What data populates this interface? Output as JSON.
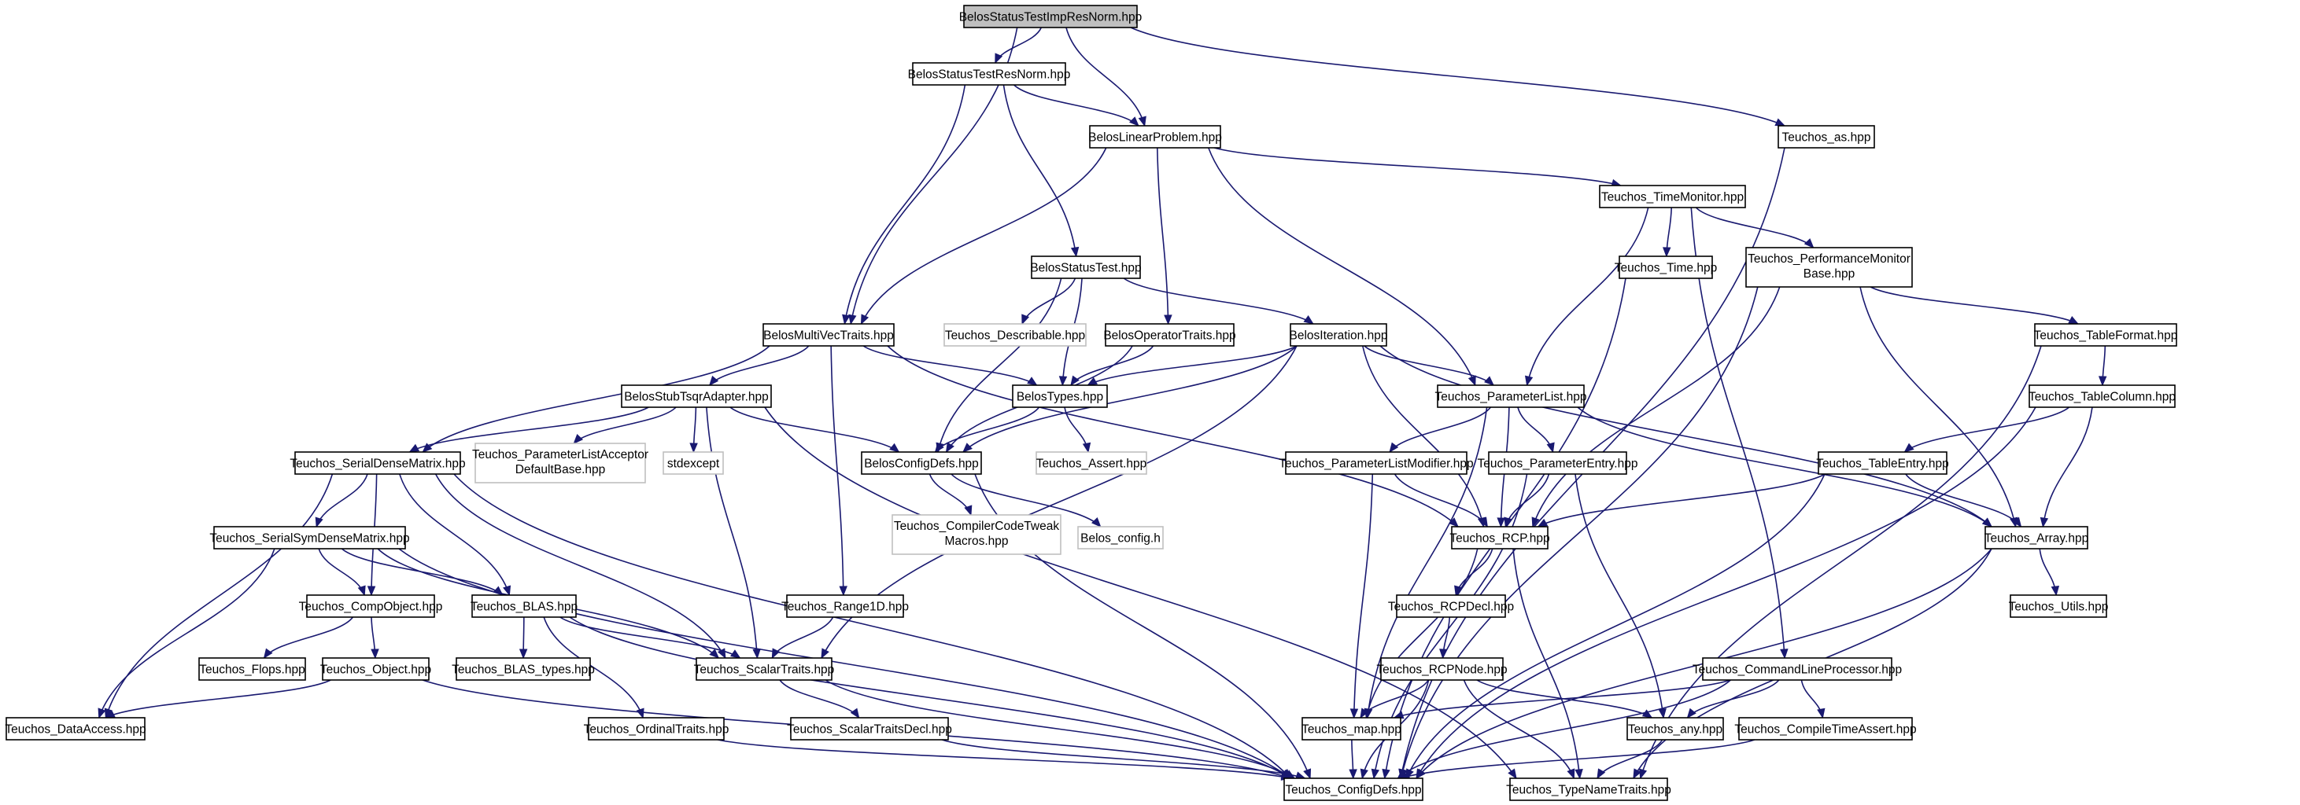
{
  "diagram": {
    "edge_color": "#191970",
    "root_fill": "#bfbfbf",
    "external_stroke": "#bfbfbf",
    "nodes": [
      {
        "id": "root",
        "label": "BelosStatusTestImpResNorm.hpp",
        "root": true
      },
      {
        "id": "resnorm",
        "label": "BelosStatusTestResNorm.hpp"
      },
      {
        "id": "linprob",
        "label": "BelosLinearProblem.hpp"
      },
      {
        "id": "as",
        "label": "Teuchos_as.hpp"
      },
      {
        "id": "timemon",
        "label": "Teuchos_TimeMonitor.hpp"
      },
      {
        "id": "statustest",
        "label": "BelosStatusTest.hpp"
      },
      {
        "id": "time",
        "label": "Teuchos_Time.hpp"
      },
      {
        "id": "perfmon",
        "label": "Teuchos_PerformanceMonitor",
        "label2": "Base.hpp"
      },
      {
        "id": "multivec",
        "label": "BelosMultiVecTraits.hpp"
      },
      {
        "id": "describable",
        "label": "Teuchos_Describable.hpp",
        "external": true
      },
      {
        "id": "optraits",
        "label": "BelosOperatorTraits.hpp"
      },
      {
        "id": "iteration",
        "label": "BelosIteration.hpp"
      },
      {
        "id": "tableformat",
        "label": "Teuchos_TableFormat.hpp"
      },
      {
        "id": "tsqr",
        "label": "BelosStubTsqrAdapter.hpp"
      },
      {
        "id": "types",
        "label": "BelosTypes.hpp"
      },
      {
        "id": "paramlist",
        "label": "Teuchos_ParameterList.hpp"
      },
      {
        "id": "tablecol",
        "label": "Teuchos_TableColumn.hpp"
      },
      {
        "id": "serialdense",
        "label": "Teuchos_SerialDenseMatrix.hpp"
      },
      {
        "id": "placcept",
        "label": "Teuchos_ParameterListAcceptor",
        "label2": "DefaultBase.hpp",
        "external": true
      },
      {
        "id": "stdexcept",
        "label": "stdexcept",
        "external": true
      },
      {
        "id": "configdefs_belos",
        "label": "BelosConfigDefs.hpp"
      },
      {
        "id": "assert",
        "label": "Teuchos_Assert.hpp",
        "external": true
      },
      {
        "id": "plmod",
        "label": "Teuchos_ParameterListModifier.hpp"
      },
      {
        "id": "pentry",
        "label": "Teuchos_ParameterEntry.hpp"
      },
      {
        "id": "tableentry",
        "label": "Teuchos_TableEntry.hpp"
      },
      {
        "id": "tweak",
        "label": "Teuchos_CompilerCodeTweak",
        "label2": "Macros.hpp",
        "external": true
      },
      {
        "id": "belosconfig",
        "label": "Belos_config.h",
        "external": true
      },
      {
        "id": "rcp",
        "label": "Teuchos_RCP.hpp"
      },
      {
        "id": "array",
        "label": "Teuchos_Array.hpp"
      },
      {
        "id": "symdense",
        "label": "Teuchos_SerialSymDenseMatrix.hpp"
      },
      {
        "id": "compobj",
        "label": "Teuchos_CompObject.hpp"
      },
      {
        "id": "blas",
        "label": "Teuchos_BLAS.hpp"
      },
      {
        "id": "range1d",
        "label": "Teuchos_Range1D.hpp"
      },
      {
        "id": "rcpdecl",
        "label": "Teuchos_RCPDecl.hpp"
      },
      {
        "id": "utils",
        "label": "Teuchos_Utils.hpp"
      },
      {
        "id": "flops",
        "label": "Teuchos_Flops.hpp"
      },
      {
        "id": "object",
        "label": "Teuchos_Object.hpp"
      },
      {
        "id": "blastypes",
        "label": "Teuchos_BLAS_types.hpp"
      },
      {
        "id": "scalar",
        "label": "Teuchos_ScalarTraits.hpp"
      },
      {
        "id": "rcpnode",
        "label": "Teuchos_RCPNode.hpp"
      },
      {
        "id": "cmdline",
        "label": "Teuchos_CommandLineProcessor.hpp"
      },
      {
        "id": "dataaccess",
        "label": "Teuchos_DataAccess.hpp"
      },
      {
        "id": "ordinal",
        "label": "Teuchos_OrdinalTraits.hpp"
      },
      {
        "id": "scalardecl",
        "label": "Teuchos_ScalarTraitsDecl.hpp"
      },
      {
        "id": "map",
        "label": "Teuchos_map.hpp"
      },
      {
        "id": "any",
        "label": "Teuchos_any.hpp"
      },
      {
        "id": "cta",
        "label": "Teuchos_CompileTimeAssert.hpp"
      },
      {
        "id": "configdefs",
        "label": "Teuchos_ConfigDefs.hpp"
      },
      {
        "id": "typename",
        "label": "Teuchos_TypeNameTraits.hpp"
      }
    ],
    "edges": [
      [
        "root",
        "resnorm"
      ],
      [
        "root",
        "linprob"
      ],
      [
        "root",
        "multivec"
      ],
      [
        "root",
        "as"
      ],
      [
        "resnorm",
        "linprob"
      ],
      [
        "resnorm",
        "statustest"
      ],
      [
        "resnorm",
        "multivec"
      ],
      [
        "linprob",
        "multivec"
      ],
      [
        "linprob",
        "optraits"
      ],
      [
        "linprob",
        "paramlist"
      ],
      [
        "linprob",
        "timemon"
      ],
      [
        "as",
        "configdefs"
      ],
      [
        "timemon",
        "paramlist"
      ],
      [
        "timemon",
        "time"
      ],
      [
        "timemon",
        "perfmon"
      ],
      [
        "timemon",
        "cmdline"
      ],
      [
        "statustest",
        "describable"
      ],
      [
        "statustest",
        "configdefs_belos"
      ],
      [
        "statustest",
        "types"
      ],
      [
        "statustest",
        "iteration"
      ],
      [
        "time",
        "configdefs"
      ],
      [
        "perfmon",
        "tableformat"
      ],
      [
        "perfmon",
        "array"
      ],
      [
        "perfmon",
        "rcp"
      ],
      [
        "perfmon",
        "configdefs"
      ],
      [
        "multivec",
        "tsqr"
      ],
      [
        "multivec",
        "types"
      ],
      [
        "multivec",
        "serialdense"
      ],
      [
        "multivec",
        "range1d"
      ],
      [
        "multivec",
        "rcp"
      ],
      [
        "optraits",
        "types"
      ],
      [
        "optraits",
        "configdefs_belos"
      ],
      [
        "iteration",
        "types"
      ],
      [
        "iteration",
        "paramlist"
      ],
      [
        "iteration",
        "configdefs_belos"
      ],
      [
        "iteration",
        "array"
      ],
      [
        "iteration",
        "rcp"
      ],
      [
        "iteration",
        "scalar"
      ],
      [
        "tableformat",
        "tablecol"
      ],
      [
        "tableformat",
        "typename"
      ],
      [
        "tsqr",
        "serialdense"
      ],
      [
        "tsqr",
        "placcept"
      ],
      [
        "tsqr",
        "stdexcept"
      ],
      [
        "tsqr",
        "configdefs_belos"
      ],
      [
        "tsqr",
        "scalar"
      ],
      [
        "tsqr",
        "typename"
      ],
      [
        "types",
        "configdefs_belos"
      ],
      [
        "types",
        "assert"
      ],
      [
        "paramlist",
        "plmod"
      ],
      [
        "paramlist",
        "pentry"
      ],
      [
        "paramlist",
        "rcp"
      ],
      [
        "paramlist",
        "array"
      ],
      [
        "paramlist",
        "map"
      ],
      [
        "tablecol",
        "tableentry"
      ],
      [
        "tablecol",
        "array"
      ],
      [
        "tablecol",
        "configdefs"
      ],
      [
        "serialdense",
        "symdense"
      ],
      [
        "serialdense",
        "compobj"
      ],
      [
        "serialdense",
        "blas"
      ],
      [
        "serialdense",
        "scalar"
      ],
      [
        "serialdense",
        "dataaccess"
      ],
      [
        "serialdense",
        "configdefs"
      ],
      [
        "configdefs_belos",
        "tweak"
      ],
      [
        "configdefs_belos",
        "belosconfig"
      ],
      [
        "configdefs_belos",
        "configdefs"
      ],
      [
        "plmod",
        "rcp"
      ],
      [
        "plmod",
        "map"
      ],
      [
        "pentry",
        "rcp"
      ],
      [
        "pentry",
        "any"
      ],
      [
        "pentry",
        "configdefs"
      ],
      [
        "tableentry",
        "rcp"
      ],
      [
        "tableentry",
        "array"
      ],
      [
        "tableentry",
        "configdefs"
      ],
      [
        "rcp",
        "rcpdecl"
      ],
      [
        "rcp",
        "map"
      ],
      [
        "rcp",
        "typename"
      ],
      [
        "array",
        "utils"
      ],
      [
        "array",
        "configdefs"
      ],
      [
        "array",
        "typename"
      ],
      [
        "symdense",
        "compobj"
      ],
      [
        "symdense",
        "blas"
      ],
      [
        "symdense",
        "scalar"
      ],
      [
        "symdense",
        "dataaccess"
      ],
      [
        "symdense",
        "configdefs"
      ],
      [
        "compobj",
        "flops"
      ],
      [
        "compobj",
        "object"
      ],
      [
        "blas",
        "blastypes"
      ],
      [
        "blas",
        "scalar"
      ],
      [
        "blas",
        "ordinal"
      ],
      [
        "blas",
        "configdefs"
      ],
      [
        "range1d",
        "scalar"
      ],
      [
        "rcpdecl",
        "rcpnode"
      ],
      [
        "object",
        "dataaccess"
      ],
      [
        "object",
        "configdefs"
      ],
      [
        "scalar",
        "scalardecl"
      ],
      [
        "scalar",
        "configdefs"
      ],
      [
        "rcpnode",
        "map"
      ],
      [
        "rcpnode",
        "any"
      ],
      [
        "rcpnode",
        "typename"
      ],
      [
        "rcpnode",
        "configdefs"
      ],
      [
        "cmdline",
        "map"
      ],
      [
        "cmdline",
        "any"
      ],
      [
        "cmdline",
        "cta"
      ],
      [
        "cmdline",
        "configdefs"
      ],
      [
        "ordinal",
        "configdefs"
      ],
      [
        "scalardecl",
        "configdefs"
      ],
      [
        "map",
        "configdefs"
      ],
      [
        "any",
        "typename"
      ],
      [
        "cta",
        "configdefs"
      ]
    ]
  }
}
